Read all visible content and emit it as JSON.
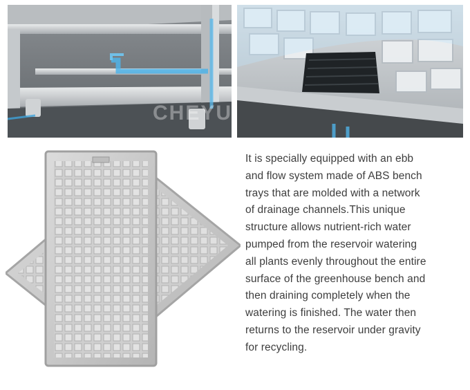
{
  "watermark": {
    "text": "CHEYUEH"
  },
  "description": {
    "lines": [
      "It is specially equipped with an ebb",
      "and flow system made of ABS bench",
      "trays that are molded with a network",
      "of drainage channels.This unique",
      "structure allows nutrient-rich water",
      "pumped from the reservoir watering",
      "all plants evenly throughout the entire",
      "surface of the greenhouse bench and",
      "then draining completely when the",
      "watering is finished. The water then",
      "returns to the reservoir under gravity",
      "for recycling."
    ]
  },
  "colors": {
    "water": "#4fb3e8",
    "tray": "#c8c8c8",
    "frame": "#9a9a9a",
    "text": "#3d3d3d"
  },
  "images": [
    {
      "subject": "bench frame with water flow"
    },
    {
      "subject": "tray surface with drain"
    },
    {
      "subject": "stacked ABS bench trays"
    }
  ]
}
